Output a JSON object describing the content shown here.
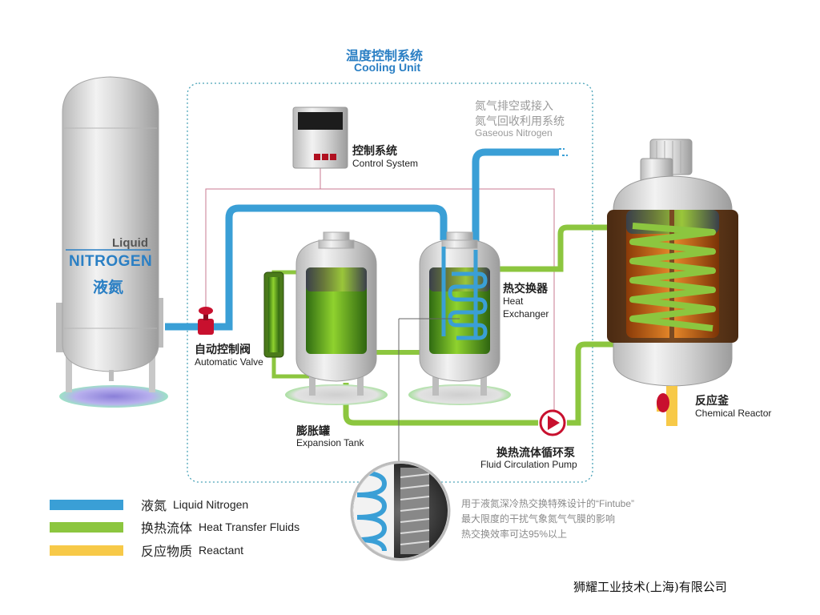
{
  "colors": {
    "liquid_nitrogen": "#3a9fd6",
    "heat_transfer": "#8cc63f",
    "reactant": "#f7c948",
    "title_blue": "#2a7fc4",
    "valve_red": "#c8102e",
    "dotted_border": "#4aa3b8"
  },
  "cooling_unit": {
    "title_cn": "温度控制系统",
    "title_en": "Cooling Unit"
  },
  "nitrogen_tank": {
    "liquid": "Liquid",
    "nitrogen": "NITROGEN",
    "cn": "液氮"
  },
  "control_system": {
    "cn": "控制系统",
    "en": "Control System"
  },
  "gaseous_nitrogen": {
    "cn_line1": "氮气排空或接入",
    "cn_line2": "氮气回收利用系统",
    "en": "Gaseous Nitrogen"
  },
  "automatic_valve": {
    "cn": "自动控制阀",
    "en": "Automatic Valve"
  },
  "expansion_tank": {
    "cn": "膨胀罐",
    "en": "Expansion Tank"
  },
  "heat_exchanger": {
    "cn": "热交换器",
    "en_line1": "Heat",
    "en_line2": "Exchanger"
  },
  "circulation_pump": {
    "cn": "换热流体循环泵",
    "en": "Fluid Circulation Pump"
  },
  "chemical_reactor": {
    "cn": "反应釜",
    "en": "Chemical Reactor"
  },
  "legend": [
    {
      "cn": "液氮",
      "en": "Liquid Nitrogen",
      "color": "#3a9fd6"
    },
    {
      "cn": "换热流体",
      "en": "Heat Transfer Fluids",
      "color": "#8cc63f"
    },
    {
      "cn": "反应物质",
      "en": "Reactant",
      "color": "#f7c948"
    }
  ],
  "fintube_note": {
    "line1": "用于液氮深冷热交换特殊设计的“Fintube”",
    "line2": "最大限度的干扰气象氮气气膜的影响",
    "line3": "热交换效率可达95%以上"
  },
  "company": "狮耀工业技术(上海)有限公司",
  "icons": {
    "valve": "valve-icon",
    "pump": "pump-icon",
    "fintube": "fintube-zoom-icon"
  }
}
